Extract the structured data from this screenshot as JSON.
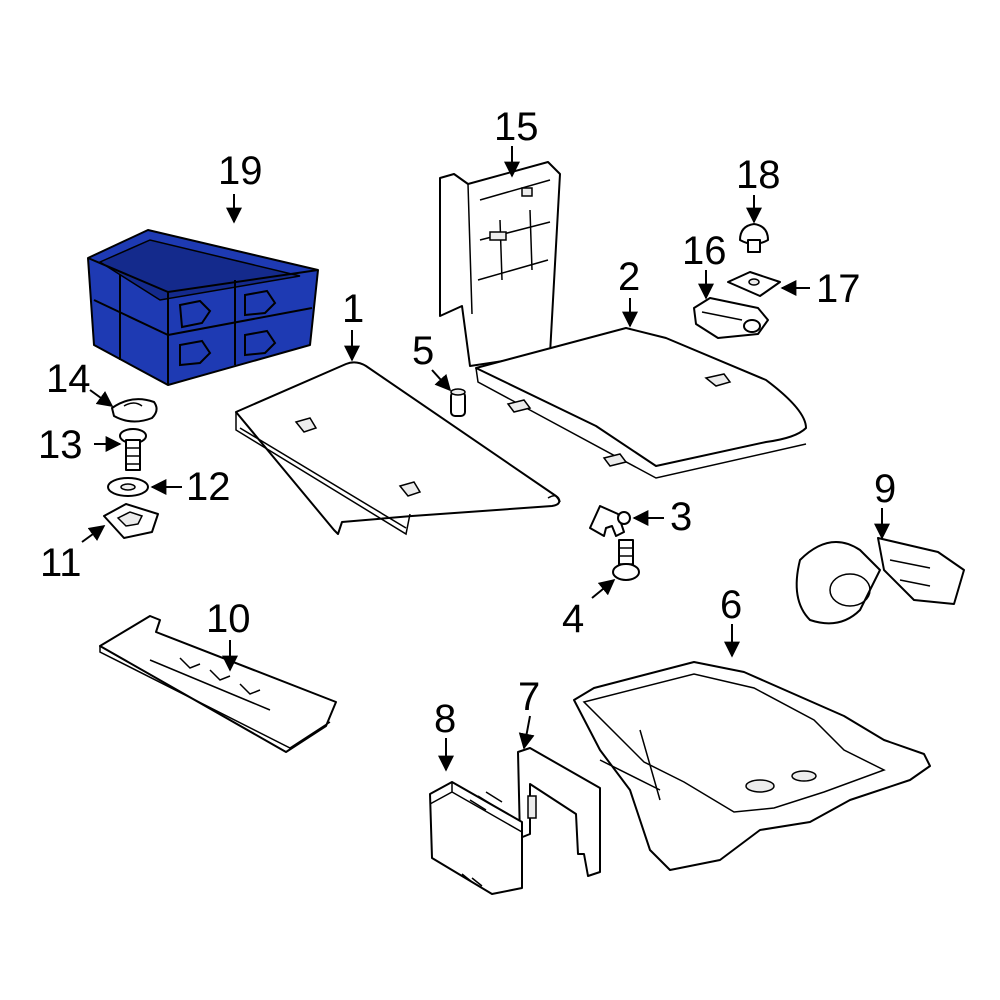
{
  "diagram": {
    "highlight_color": "#1e3ab3",
    "callouts": [
      "1",
      "2",
      "3",
      "4",
      "5",
      "6",
      "7",
      "8",
      "9",
      "10",
      "11",
      "12",
      "13",
      "14",
      "15",
      "16",
      "17",
      "18",
      "19"
    ],
    "highlighted_part": "19"
  }
}
